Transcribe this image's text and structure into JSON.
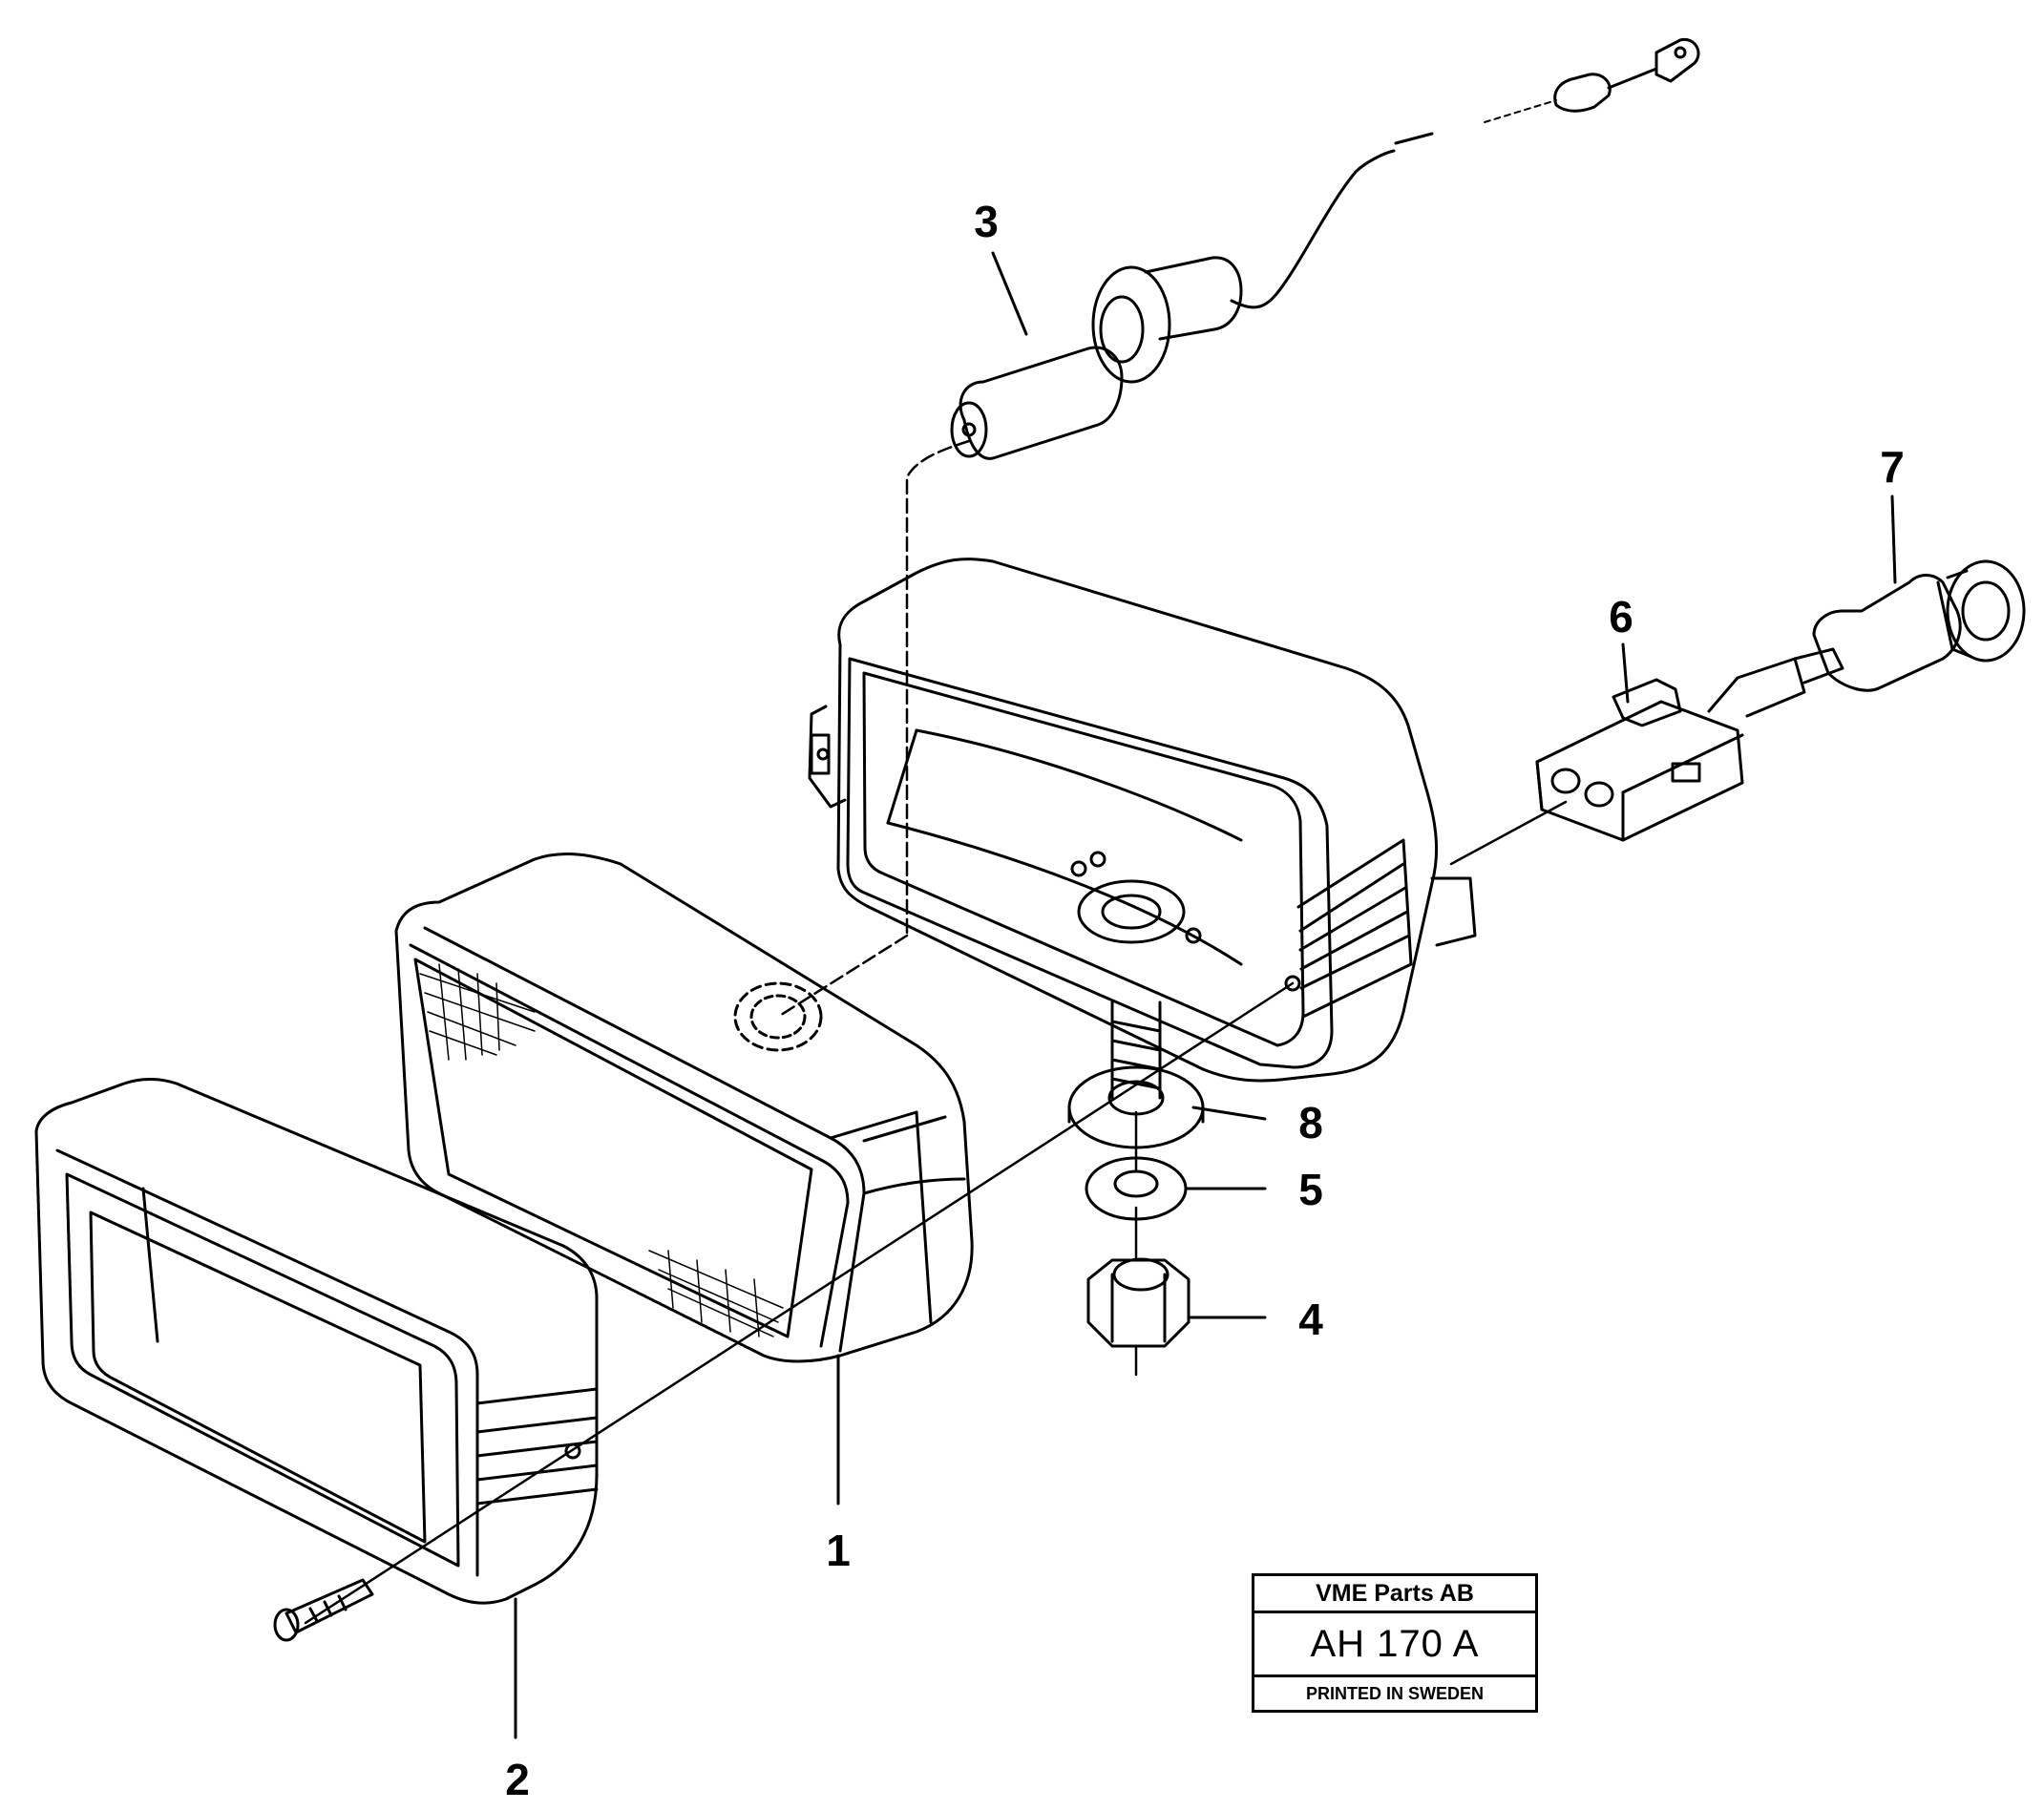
{
  "callouts": [
    {
      "id": "1",
      "label": "1"
    },
    {
      "id": "2",
      "label": "2"
    },
    {
      "id": "3",
      "label": "3"
    },
    {
      "id": "4",
      "label": "4"
    },
    {
      "id": "5",
      "label": "5"
    },
    {
      "id": "6",
      "label": "6"
    },
    {
      "id": "7",
      "label": "7"
    },
    {
      "id": "8",
      "label": "8"
    }
  ],
  "title_block": {
    "company": "VME Parts AB",
    "drawing_code": "AH 170 A",
    "printed": "PRINTED IN SWEDEN"
  }
}
